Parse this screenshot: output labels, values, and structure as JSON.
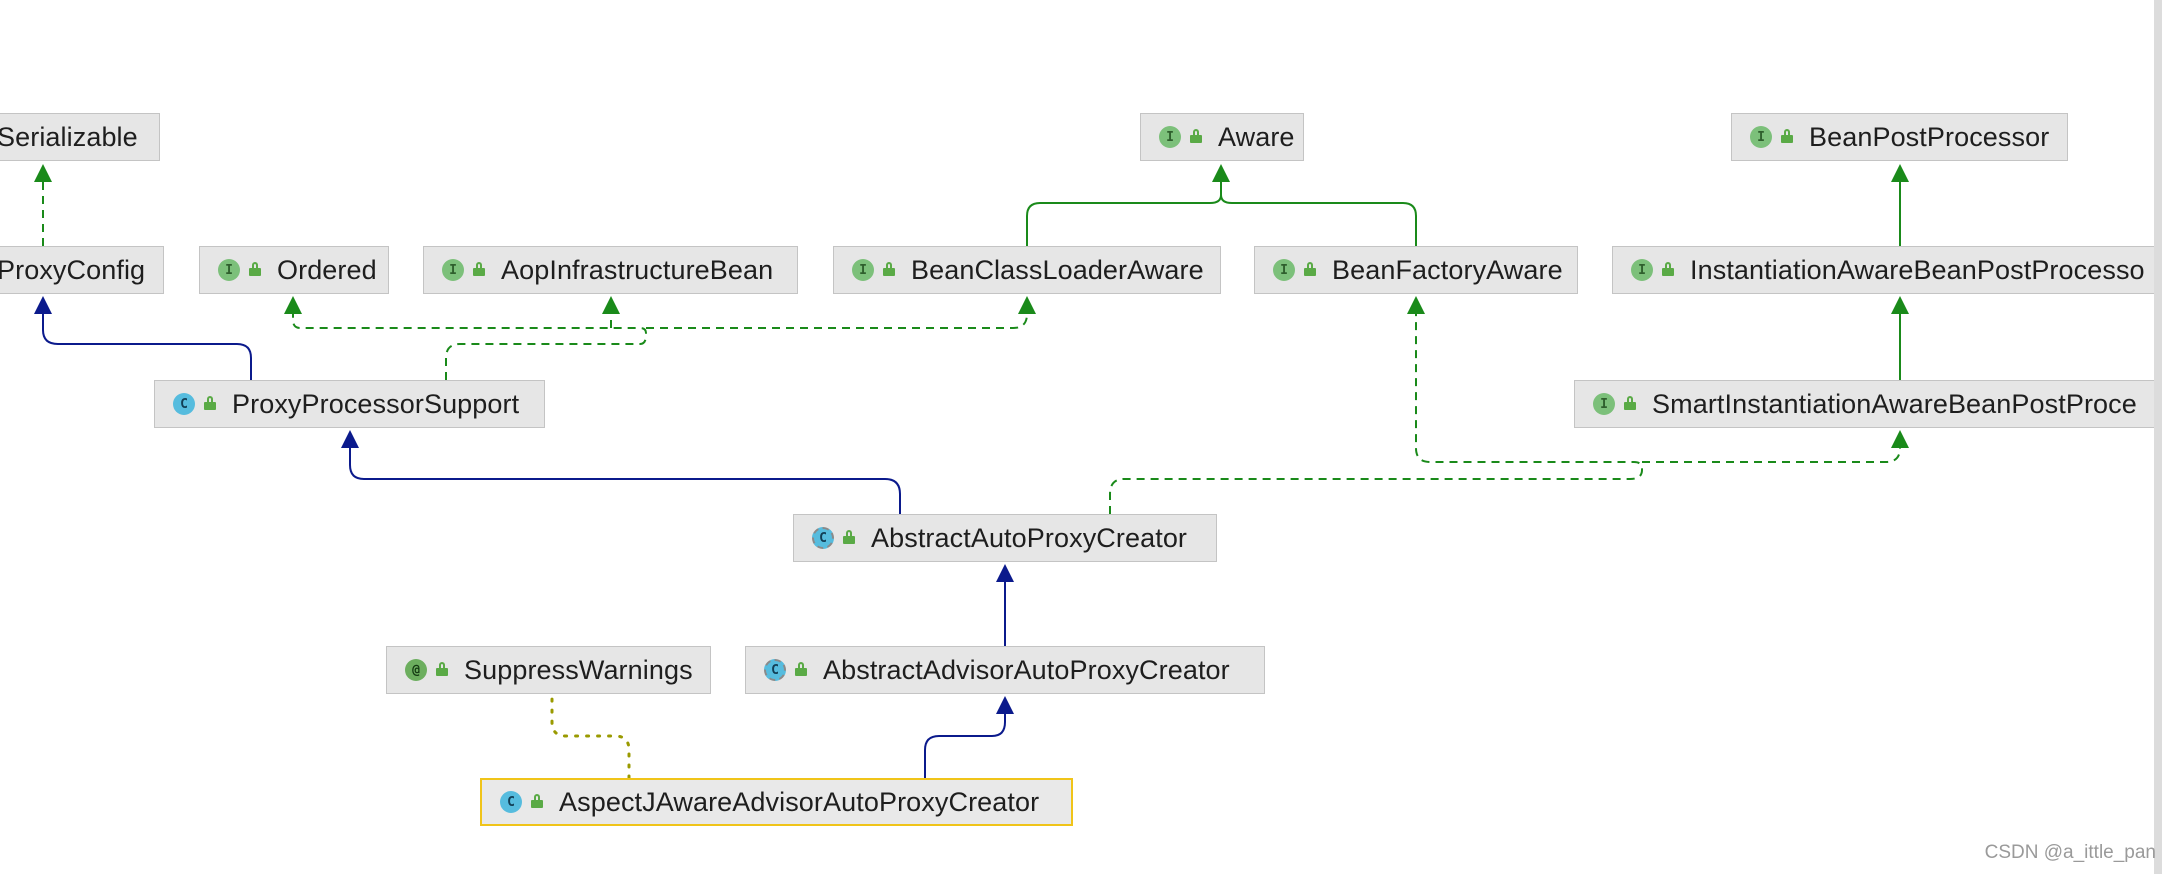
{
  "nodes": {
    "serializable": {
      "label": "Serializable",
      "icon": "interface-icon"
    },
    "proxy_config": {
      "label": "ProxyConfig",
      "icon": "class-icon"
    },
    "ordered": {
      "label": "Ordered",
      "icon": "interface-icon",
      "kind_letter": "I"
    },
    "aop_infrastructure_bean": {
      "label": "AopInfrastructureBean",
      "icon": "interface-icon",
      "kind_letter": "I"
    },
    "bean_class_loader_aware": {
      "label": "BeanClassLoaderAware",
      "icon": "interface-icon",
      "kind_letter": "I"
    },
    "aware": {
      "label": "Aware",
      "icon": "interface-icon",
      "kind_letter": "I"
    },
    "bean_factory_aware": {
      "label": "BeanFactoryAware",
      "icon": "interface-icon",
      "kind_letter": "I"
    },
    "bean_post_processor": {
      "label": "BeanPostProcessor",
      "icon": "interface-icon",
      "kind_letter": "I"
    },
    "instantiation_aware_bpp": {
      "label": "InstantiationAwareBeanPostProcesso",
      "icon": "interface-icon",
      "kind_letter": "I"
    },
    "proxy_processor_support": {
      "label": "ProxyProcessorSupport",
      "icon": "class-icon",
      "kind_letter": "C"
    },
    "smart_instantiation_aware_bpp": {
      "label": "SmartInstantiationAwareBeanPostProce",
      "icon": "interface-icon",
      "kind_letter": "I"
    },
    "abstract_auto_proxy_creator": {
      "label": "AbstractAutoProxyCreator",
      "icon": "abstract-class-icon",
      "kind_letter": "C"
    },
    "suppress_warnings": {
      "label": "SuppressWarnings",
      "icon": "annotation-icon",
      "kind_letter": "@"
    },
    "abstract_advisor_auto_proxy_creator": {
      "label": "AbstractAdvisorAutoProxyCreator",
      "icon": "abstract-class-icon",
      "kind_letter": "C"
    },
    "aspectj_aware_advisor_auto_proxy_creator": {
      "label": "AspectJAwareAdvisorAutoProxyCreator",
      "icon": "class-icon",
      "kind_letter": "C"
    }
  },
  "colors": {
    "implements": "#1a8a1a",
    "extends": "#0b1a8c",
    "annotation_link": "#9a9a00",
    "selected_border": "#f0c419"
  },
  "watermark": "CSDN @a_ittle_pan"
}
